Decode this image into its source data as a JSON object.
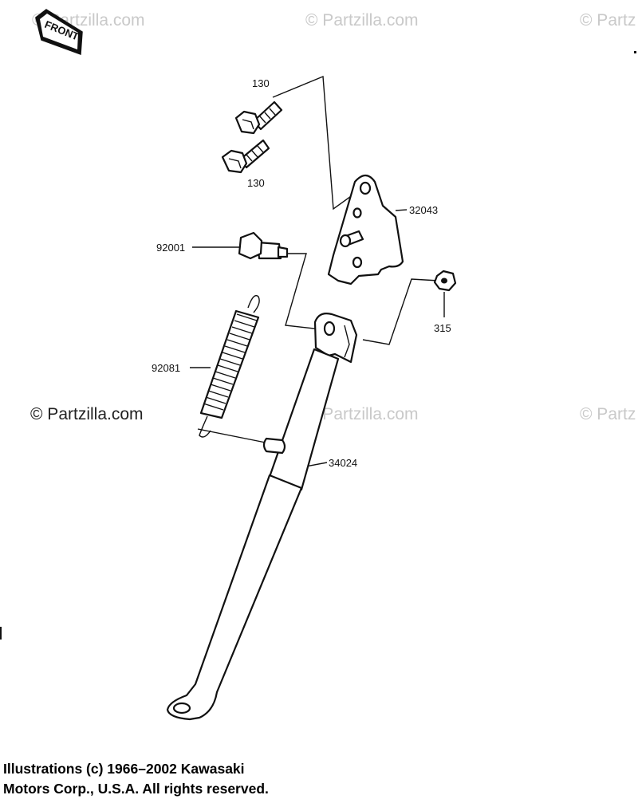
{
  "watermark": {
    "text": "© Partzilla.com",
    "short_text": "© Partz"
  },
  "front_marker": "FRONT",
  "labels": {
    "bolt_top": "130",
    "bolt_bottom": "130",
    "bracket": "32043",
    "pivot_bolt": "92001",
    "nut": "315",
    "spring": "92081",
    "side_stand": "34024"
  },
  "copyright": {
    "line1": "Illustrations (c) 1966–2002 Kawasaki",
    "line2": "Motors Corp., U.S.A.  All rights reserved."
  }
}
